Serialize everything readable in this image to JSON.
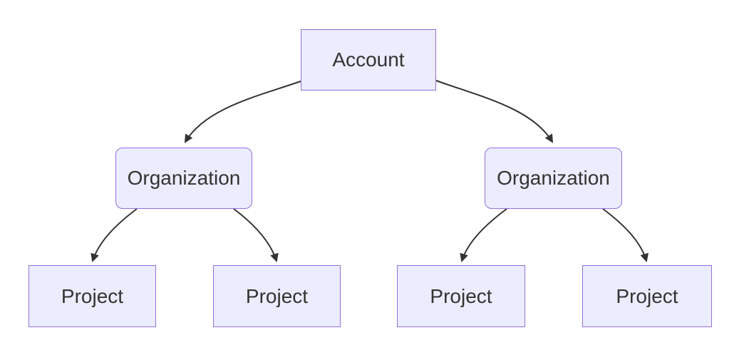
{
  "diagram": {
    "type": "flowchart",
    "direction": "top-down",
    "background_color": "#FFFFFF",
    "nodes": [
      {
        "id": "account",
        "label": "Account",
        "shape": "rectangle"
      },
      {
        "id": "organization-left",
        "label": "Organization",
        "shape": "rounded-rectangle"
      },
      {
        "id": "organization-right",
        "label": "Organization",
        "shape": "rounded-rectangle"
      },
      {
        "id": "project-1",
        "label": "Project",
        "shape": "rectangle"
      },
      {
        "id": "project-2",
        "label": "Project",
        "shape": "rectangle"
      },
      {
        "id": "project-3",
        "label": "Project",
        "shape": "rectangle"
      },
      {
        "id": "project-4",
        "label": "Project",
        "shape": "rectangle"
      }
    ],
    "edges": [
      {
        "from": "account",
        "to": "organization-left",
        "arrow": "arrowhead"
      },
      {
        "from": "account",
        "to": "organization-right",
        "arrow": "arrowhead"
      },
      {
        "from": "organization-left",
        "to": "project-1",
        "arrow": "arrowhead"
      },
      {
        "from": "organization-left",
        "to": "project-2",
        "arrow": "arrowhead"
      },
      {
        "from": "organization-right",
        "to": "project-3",
        "arrow": "arrowhead"
      },
      {
        "from": "organization-right",
        "to": "project-4",
        "arrow": "arrowhead"
      }
    ],
    "colors": {
      "node_fill": "#ECECFF",
      "node_border": "#9370DB",
      "edge_stroke": "#333333",
      "arrowhead_fill": "#333333",
      "label_text": "#333333",
      "background": "#FFFFFF"
    }
  }
}
